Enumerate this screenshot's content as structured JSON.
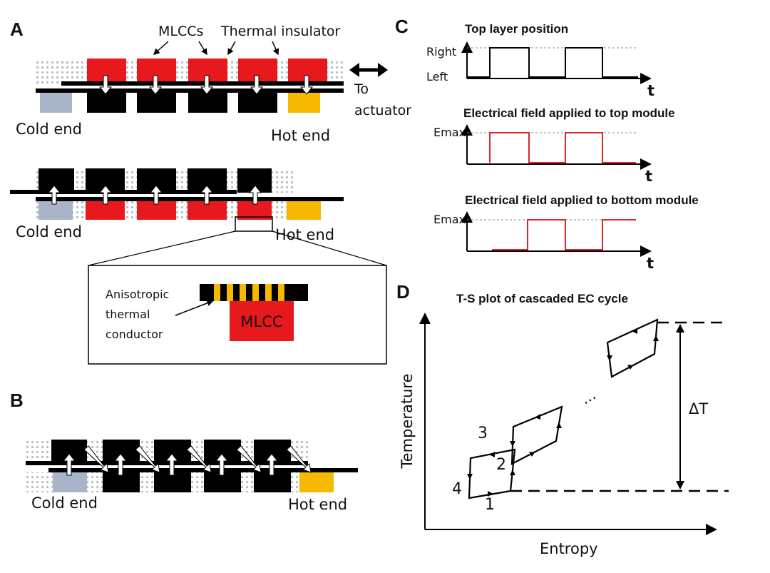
{
  "panels": {
    "a": "A",
    "b": "B",
    "c": "C",
    "d": "D"
  },
  "panel_a": {
    "mlccs": "MLCCs",
    "thermal_insulator": "Thermal insulator",
    "to": "To",
    "actuator": "actuator",
    "cold_end_top": "Cold end",
    "hot_end_top": "Hot end",
    "cold_end_bottom": "Cold end",
    "hot_end_bottom": "Hot end",
    "inset_label_1": "Anisotropic",
    "inset_label_2": "thermal",
    "inset_label_3": "conductor",
    "inset_mlcc": "MLCC"
  },
  "panel_b": {
    "cold_end": "Cold end",
    "hot_end": "Hot end"
  },
  "panel_c": {
    "title_1": "Top layer position",
    "right": "Right",
    "left": "Left",
    "t1": "t",
    "title_2": "Electrical field applied to top module",
    "emax_2": "Emax",
    "t2": "t",
    "title_3": "Electrical field applied to bottom module",
    "emax_3": "Emax",
    "t3": "t"
  },
  "panel_d": {
    "title": "T-S plot of cascaded EC cycle",
    "xlabel": "Entropy",
    "ylabel": "Temperature",
    "delta": "ΔT",
    "ellipsis": "···",
    "step_1": "1",
    "step_2": "2",
    "step_3": "3",
    "step_4": "4"
  },
  "colors": {
    "mlcc_red": "#e8191c",
    "black": "#000000",
    "cold": "#a8b4c8",
    "hot": "#f6b800",
    "field_red": "#d9262a",
    "insulator_dot": "#b9bcc4"
  }
}
